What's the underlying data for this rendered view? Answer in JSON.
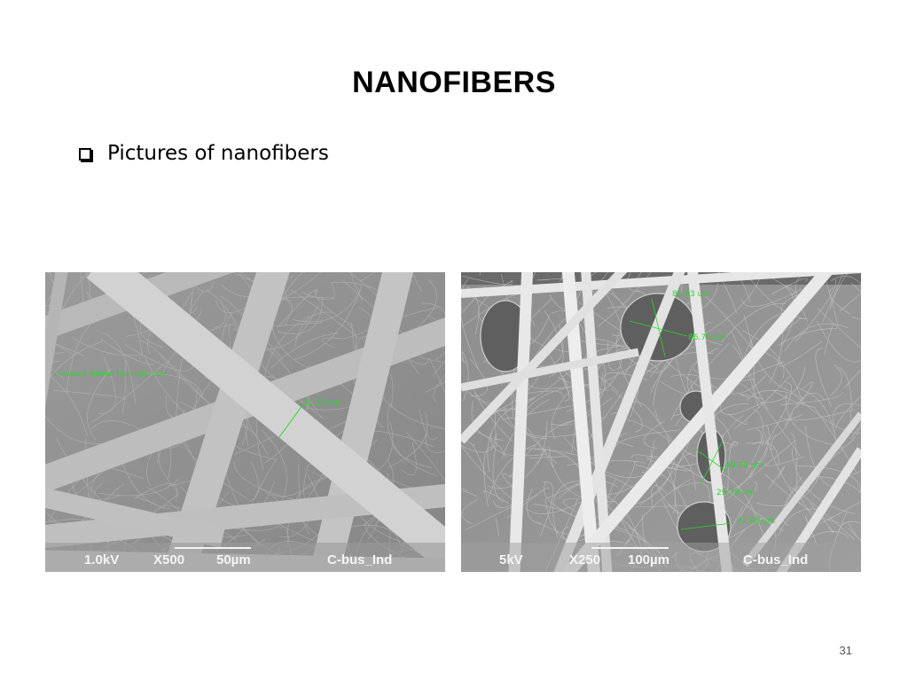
{
  "slide": {
    "title": "NANOFIBERS",
    "bullet": "Pictures of nanofibers",
    "page_number": "31"
  },
  "images": {
    "left": {
      "voltage": "1.0kV",
      "magnification": "X500",
      "scale": "50µm",
      "label": "C-bus_Ind",
      "annotation": "Increased viewed from spin side",
      "measurements": [
        "21.15 um"
      ]
    },
    "right": {
      "voltage": "5kV",
      "magnification": "X250",
      "scale": "100µm",
      "label": "C-bus_Ind",
      "measurements": [
        "81.53 um",
        "86.76 um",
        "40.29 um",
        "29.78 um",
        "72.85 um"
      ]
    }
  },
  "colors": {
    "measurement": "#2bd62b",
    "sem_background": "#8f8f8f"
  }
}
